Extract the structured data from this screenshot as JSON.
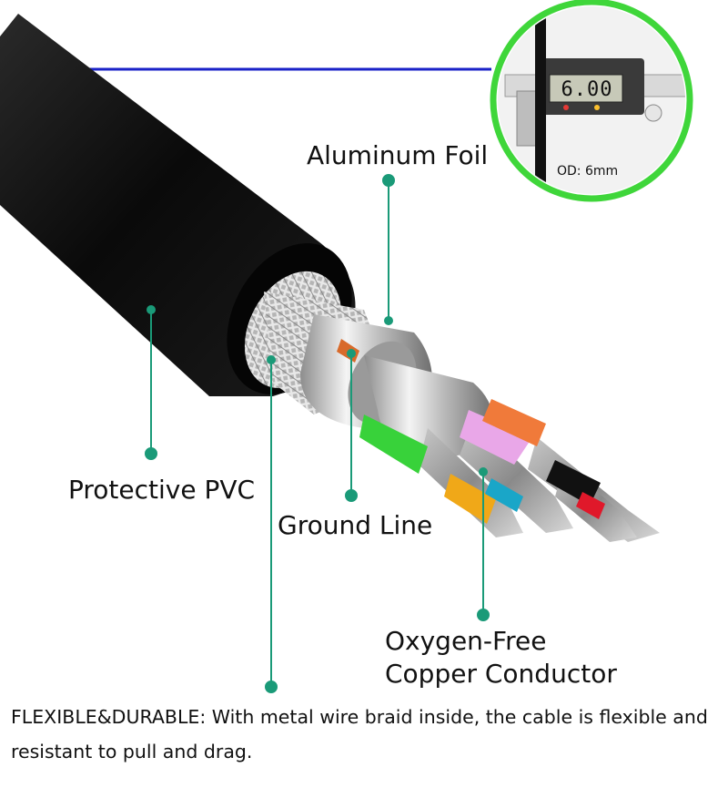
{
  "labels": {
    "aluminum_foil": "Aluminum Foil",
    "protective_pvc": "Protective PVC",
    "ground_line": "Ground Line",
    "copper_line1": "Oxygen-Free",
    "copper_line2": "Copper Conductor"
  },
  "inset": {
    "readout": "6.00",
    "od": "OD: 6mm"
  },
  "caption": "FLEXIBLE&DURABLE: With metal wire braid inside, the cable is flexible and resistant to pull and drag.",
  "colors": {
    "jacket": "#0d0d0d",
    "leader": "#1a9a78",
    "inset_ring": "#3fd63a",
    "blue_line": "#1a22c8",
    "wire_green": "#38d23a",
    "wire_pink": "#e9a7e8",
    "wire_orange": "#f07a3a",
    "wire_yellow": "#f0a818",
    "wire_cyan": "#1aa6c8",
    "wire_red": "#e0182a"
  }
}
